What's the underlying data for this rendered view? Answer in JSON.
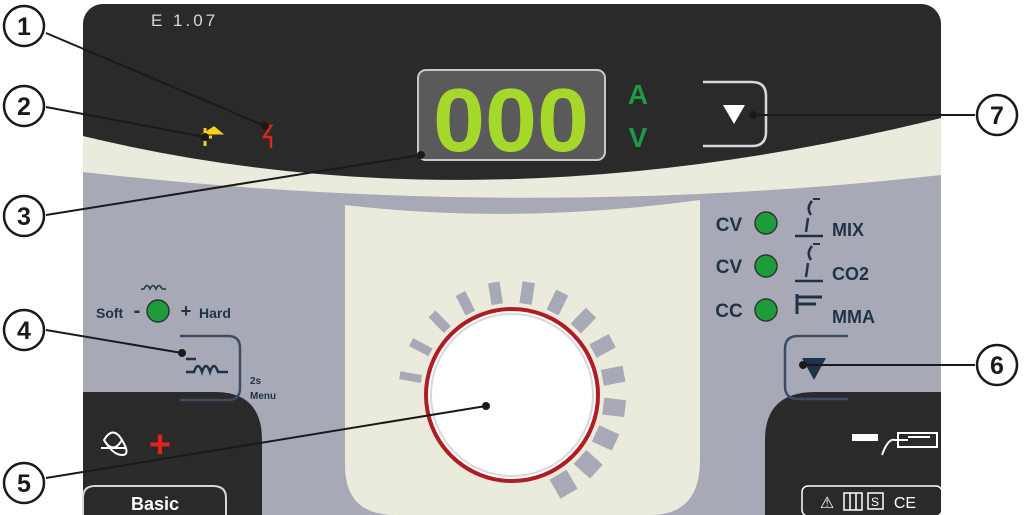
{
  "panel": {
    "firmware": "E 1.07",
    "display": {
      "digits": "000",
      "unit_a": "A",
      "unit_v": "V"
    },
    "inductance": {
      "soft": "Soft",
      "minus": "-",
      "plus": "+",
      "hard": "Hard",
      "hold_time": "2s",
      "hold_menu": "Menu"
    },
    "modes": [
      {
        "type": "CV",
        "label": "MIX"
      },
      {
        "type": "CV",
        "label": "CO2"
      },
      {
        "type": "CC",
        "label": "MMA"
      }
    ],
    "polarity": {
      "plus_sign": "+",
      "minus_sign": "−"
    },
    "basic_tab": "Basic",
    "certification": [
      "⚠",
      "S",
      "CE"
    ]
  },
  "callouts": [
    "1",
    "2",
    "3",
    "4",
    "5",
    "6",
    "7"
  ],
  "colors": {
    "dark_panel": "#2a2a2a",
    "light_panel": "#a7aab6",
    "cream": "#ebebdd",
    "lcd_digits": "#a6d82c",
    "lcd_bg": "#5a5a5a",
    "unit_green": "#1d9a48",
    "led_green": "#1e9c3a",
    "warning_red": "#e0231c",
    "knob_ring": "#b01c24",
    "signal_yellow": "#f2d21a"
  }
}
